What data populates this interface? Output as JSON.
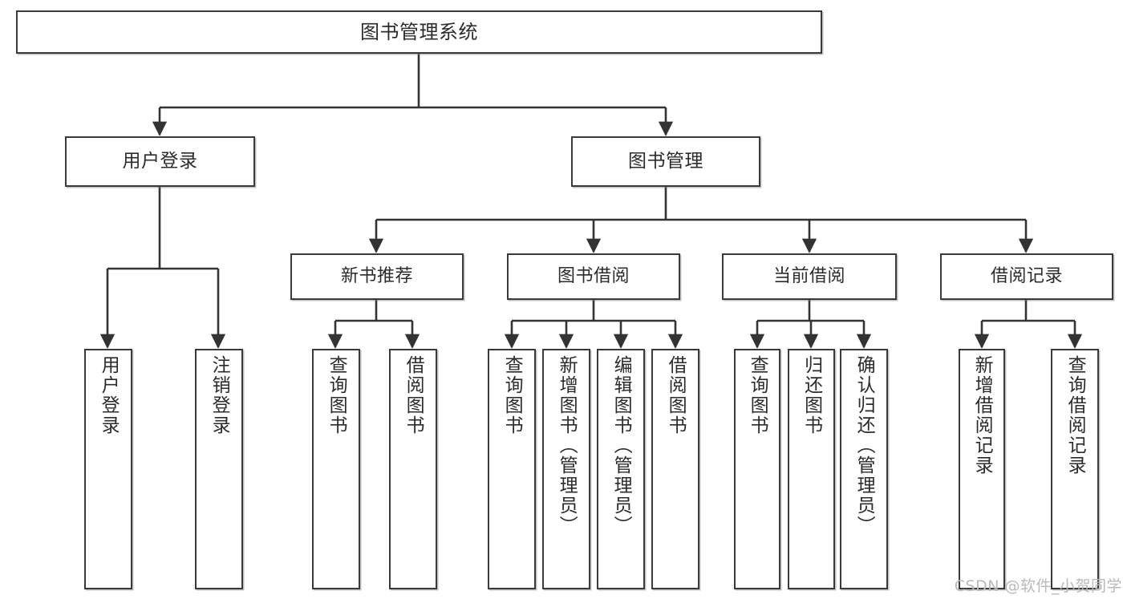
{
  "diagram": {
    "title": "图书管理系统",
    "type": "tree-hierarchy",
    "orientation": "top-down",
    "colors": {
      "box_border": "#3a3a3a",
      "box_fill": "#ffffff",
      "edge": "#333333",
      "text": "#2b2b2b",
      "watermark": "#b9b9b9",
      "background": "#ffffff"
    },
    "watermark": "CSDN @软件_小贺同学",
    "nodes": {
      "root": {
        "label": "图书管理系统"
      },
      "level1": [
        {
          "label": "用户登录"
        },
        {
          "label": "图书管理"
        }
      ],
      "level2": [
        {
          "label": "新书推荐"
        },
        {
          "label": "图书借阅"
        },
        {
          "label": "当前借阅"
        },
        {
          "label": "借阅记录"
        }
      ],
      "user_login_leaves": [
        {
          "label": "用户登录"
        },
        {
          "label": "注销登录"
        }
      ],
      "new_book_leaves": [
        {
          "label": "查询图书"
        },
        {
          "label": "借阅图书"
        }
      ],
      "book_borrow_leaves": [
        {
          "label": "查询图书"
        },
        {
          "label": "新增图书（管理员）"
        },
        {
          "label": "编辑图书（管理员）"
        },
        {
          "label": "借阅图书"
        }
      ],
      "current_borrow_leaves": [
        {
          "label": "查询图书"
        },
        {
          "label": "归还图书"
        },
        {
          "label": "确认归还（管理员）"
        }
      ],
      "borrow_record_leaves": [
        {
          "label": "新增借阅记录"
        },
        {
          "label": "查询借阅记录"
        }
      ]
    }
  }
}
